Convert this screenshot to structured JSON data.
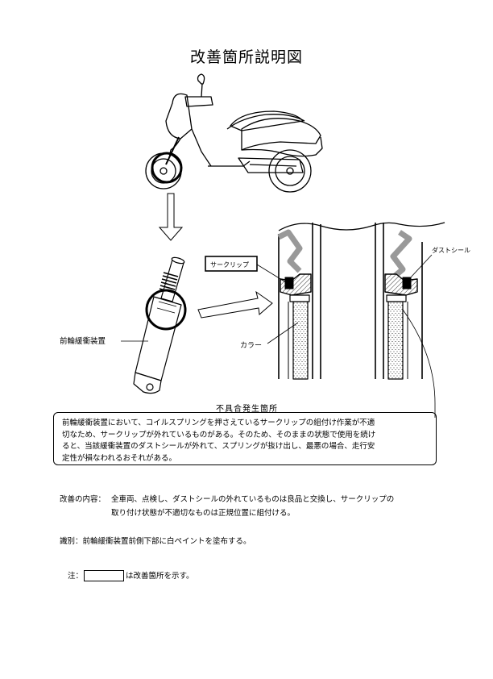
{
  "title": "改善箇所説明図",
  "labels": {
    "circlip": "サークリップ",
    "dust_seal": "ダストシール",
    "collar": "カラー",
    "front_suspension": "前輪緩衝装置"
  },
  "defect": {
    "heading": "不具合発生箇所",
    "lines": [
      "前輪緩衝装置において、コイルスプリングを押さえているサークリップの組付け作業が不適",
      "切なため、サークリップが外れているものがある。そのため、そのままの状態で使用を続け",
      "ると、当該緩衝装置のダストシールが外れて、スプリングが抜け出し、最悪の場合、走行安",
      "定性が損なわれるおそれがある。"
    ]
  },
  "improvement": {
    "label": "改善の内容：",
    "line1": "全車両、点検し、ダストシールの外れているものは良品と交換し、サークリップの",
    "line2": "取り付け状態が不適切なものは正規位置に組付ける。"
  },
  "identification": "識別：前輪緩衝装置前側下部に白ペイントを塗布する。",
  "note": {
    "prefix": "注：",
    "suffix": "は改善箇所を示す。"
  }
}
